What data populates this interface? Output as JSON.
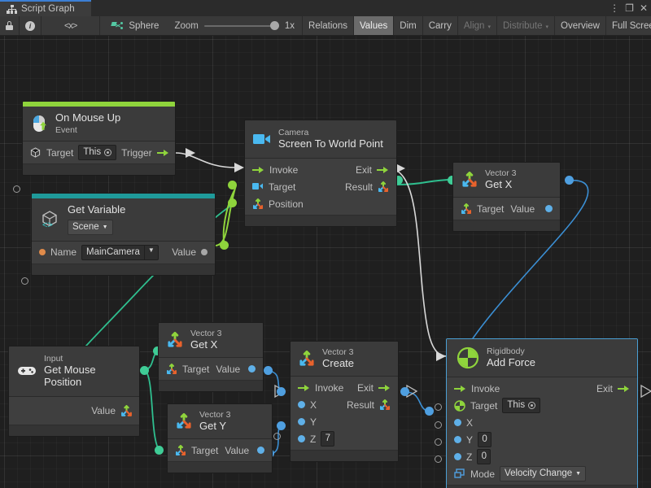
{
  "window": {
    "tab_label": "Script Graph",
    "tab_icon": "tree-hierarchy-icon",
    "controls": {
      "menu": "⋮",
      "maximize": "❐",
      "close": "✕"
    }
  },
  "toolbar": {
    "lock_icon": "lock-icon",
    "info_icon": "info-icon",
    "code_icon": "<x>",
    "object_icon": "branch-icon",
    "object_name": "Sphere",
    "zoom_label": "Zoom",
    "zoom_value": "1x",
    "buttons": [
      {
        "label": "Relations",
        "state": "normal"
      },
      {
        "label": "Values",
        "state": "active"
      },
      {
        "label": "Dim",
        "state": "normal"
      },
      {
        "label": "Carry",
        "state": "normal"
      },
      {
        "label": "Align",
        "state": "disabled",
        "caret": "▾"
      },
      {
        "label": "Distribute",
        "state": "disabled",
        "caret": "▾"
      },
      {
        "label": "Overview",
        "state": "normal"
      },
      {
        "label": "Full Screen",
        "state": "normal"
      }
    ]
  },
  "nodes": {
    "on_mouse_up": {
      "header_color": "#8fd43c",
      "subtitle": "On Mouse Up",
      "title": "Event",
      "icon": "mouse-event-icon",
      "target_label": "Target",
      "target_value": "This",
      "trigger_label": "Trigger"
    },
    "get_variable": {
      "header_color": "#1f9a9a",
      "title": "Get Variable",
      "icon": "unity-code-icon",
      "scope": "Scene",
      "name_label": "Name",
      "name_value": "MainCamera",
      "value_label": "Value"
    },
    "camera": {
      "subtitle": "Camera",
      "title": "Screen To World Point",
      "icon": "camera-icon",
      "inputs": [
        "Invoke",
        "Target",
        "Position"
      ],
      "outputs": [
        "Exit",
        "Result"
      ]
    },
    "vector3_getx_top": {
      "subtitle": "Vector 3",
      "title": "Get X",
      "icon": "vector3-icon",
      "target_label": "Target",
      "value_label": "Value"
    },
    "input_mouse": {
      "subtitle": "Input",
      "title": "Get Mouse Position",
      "icon": "gamepad-icon",
      "value_label": "Value"
    },
    "vector3_getx_bottom": {
      "subtitle": "Vector 3",
      "title": "Get X",
      "icon": "vector3-icon",
      "target_label": "Target",
      "value_label": "Value"
    },
    "vector3_gety": {
      "subtitle": "Vector 3",
      "title": "Get Y",
      "icon": "vector3-icon",
      "target_label": "Target",
      "value_label": "Value"
    },
    "vector3_create": {
      "subtitle": "Vector 3",
      "title": "Create",
      "icon": "vector3-icon",
      "invoke_label": "Invoke",
      "exit_label": "Exit",
      "result_label": "Result",
      "x_label": "X",
      "y_label": "Y",
      "z_label": "Z",
      "z_value": "7"
    },
    "rigidbody": {
      "subtitle": "Rigidbody",
      "title": "Add Force",
      "icon": "rigidbody-icon",
      "selected": true,
      "invoke_label": "Invoke",
      "exit_label": "Exit",
      "target_label": "Target",
      "target_value": "This",
      "x_label": "X",
      "y_label": "Y",
      "y_value": "0",
      "z_label": "Z",
      "z_value": "0",
      "mode_label": "Mode",
      "mode_value": "Velocity Change"
    }
  },
  "colors": {
    "flow_wire": "#d8d8d8",
    "object_wire": "#3fcc96",
    "vector_wire": "#4f9fe0",
    "variable_wire": "#8fd43c",
    "accent": "#3c7fd4",
    "canvas_bg": "#1f1f1f",
    "node_bg": "#383838"
  }
}
